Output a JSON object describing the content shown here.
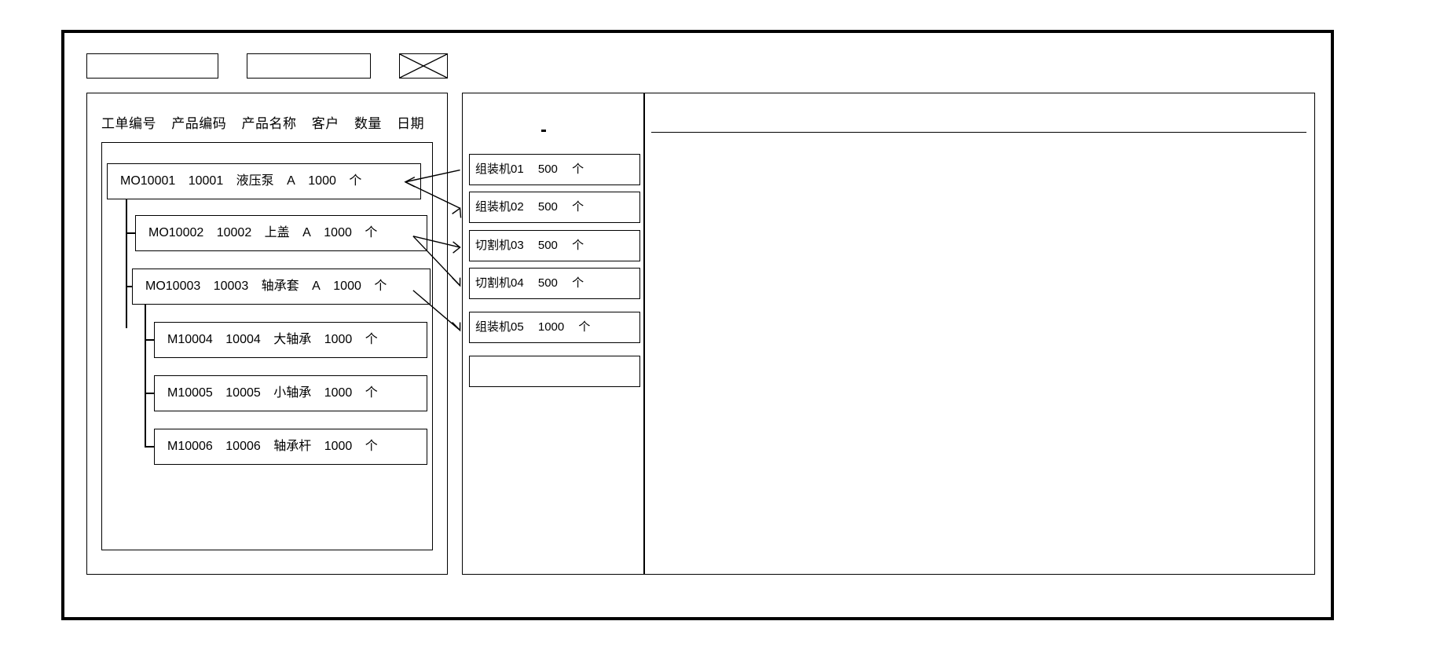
{
  "window": {
    "title": ""
  },
  "toolbar": {
    "field_1_value": "",
    "field_1_placeholder": "",
    "field_2_value": "",
    "field_2_placeholder": "",
    "image_placeholder_name": "image-placeholder-icon"
  },
  "left_panel": {
    "columns": [
      "工单编号",
      "产品编码",
      "产品名称",
      "客户",
      "数量",
      "日期"
    ],
    "rows": [
      {
        "level": 0,
        "order_no": "MO10001",
        "product_code": "10001",
        "product_name": "液压泵",
        "customer": "A",
        "quantity": "1000",
        "unit": "个"
      },
      {
        "level": 1,
        "order_no": "MO10002",
        "product_code": "10002",
        "product_name": "上盖",
        "customer": "A",
        "quantity": "1000",
        "unit": "个"
      },
      {
        "level": 1,
        "order_no": "MO10003",
        "product_code": "10003",
        "product_name": "轴承套",
        "customer": "A",
        "quantity": "1000",
        "unit": "个"
      },
      {
        "level": 2,
        "order_no": "M10004",
        "product_code": "10004",
        "product_name": "大轴承",
        "customer": "",
        "quantity": "1000",
        "unit": "个"
      },
      {
        "level": 2,
        "order_no": "M10005",
        "product_code": "10005",
        "product_name": "小轴承",
        "customer": "",
        "quantity": "1000",
        "unit": "个"
      },
      {
        "level": 2,
        "order_no": "M10006",
        "product_code": "10006",
        "product_name": "轴承杆",
        "customer": "",
        "quantity": "1000",
        "unit": "个"
      }
    ]
  },
  "middle_panel": {
    "rows": [
      {
        "machine": "组装机01",
        "quantity": "500",
        "unit": "个"
      },
      {
        "machine": "组装机02",
        "quantity": "500",
        "unit": "个"
      },
      {
        "machine": "切割机03",
        "quantity": "500",
        "unit": "个"
      },
      {
        "machine": "切割机04",
        "quantity": "500",
        "unit": "个"
      },
      {
        "machine": "组装机05",
        "quantity": "1000",
        "unit": "个"
      },
      {
        "machine": "",
        "quantity": "",
        "unit": ""
      }
    ]
  },
  "right_panel": {
    "header_text": "",
    "body_text": ""
  },
  "colors": {
    "stroke": "#000000",
    "background": "#ffffff"
  }
}
